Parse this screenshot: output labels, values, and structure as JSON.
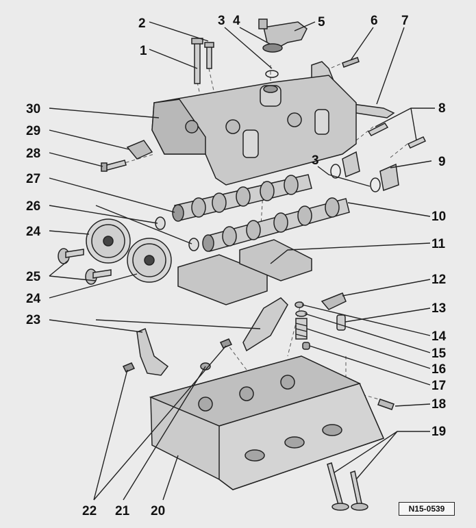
{
  "figure": {
    "reference_code": "N15-0539",
    "callouts": [
      "1",
      "2",
      "3",
      "4",
      "5",
      "6",
      "7",
      "8",
      "9",
      "10",
      "11",
      "12",
      "13",
      "14",
      "15",
      "16",
      "17",
      "18",
      "19",
      "20",
      "21",
      "22",
      "23",
      "24",
      "25",
      "26",
      "27",
      "28",
      "29",
      "30"
    ]
  }
}
